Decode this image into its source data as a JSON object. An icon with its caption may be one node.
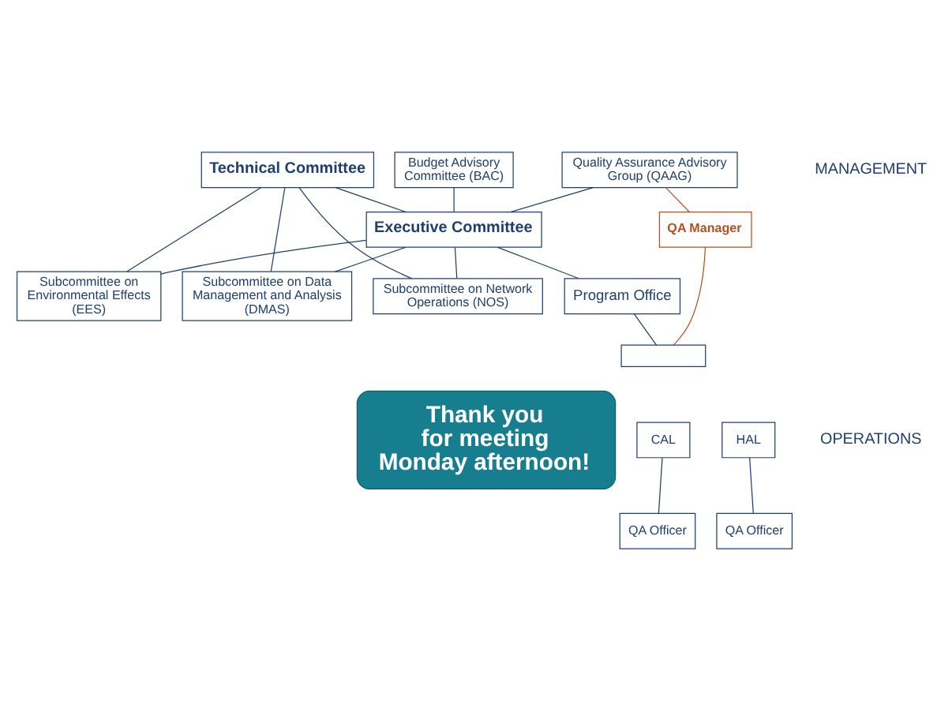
{
  "diagram": {
    "nodes": [
      {
        "text": [
          "Technical Committee"
        ]
      },
      {
        "text": [
          "Subcommittee on Network Operations (NOS)"
        ]
      },
      {
        "text": [
          "Subcommittee on Data Management and Analysis (DMAS)"
        ]
      },
      {
        "text": [
          "Budget Advisory Committee (BAC)"
        ]
      },
      {
        "text": [
          "Executive Committee"
        ]
      },
      {
        "text": [
          "Quality Assurance Advisory Group (QAAG)"
        ]
      },
      {
        "text": [
          "Subcommittee on Environmental Effects (EES)"
        ]
      },
      {
        "text": [
          "Program Office"
        ]
      },
      {
        "text": [
          "QA Manager"
        ]
      },
      {
        "text": [],
        "shape": "box"
      },
      {
        "text": [
          "Thank you for meeting Monday afternoon!"
        ]
      },
      {
        "text": [
          "CAL"
        ]
      },
      {
        "text": [
          "HAL"
        ]
      },
      {
        "text": [
          "QA Officer"
        ]
      },
      {
        "text": [
          "QA Officer"
        ]
      }
    ],
    "edges": [
      {
        "from": 0,
        "to": 4,
        "arrow": "none"
      },
      {
        "from": 0,
        "to": 1,
        "arrow": "none"
      },
      {
        "from": 0,
        "to": 2,
        "arrow": "none"
      },
      {
        "from": 0,
        "to": 6,
        "arrow": "none"
      },
      {
        "from": 4,
        "to": 1,
        "arrow": "none"
      },
      {
        "from": 4,
        "to": 2,
        "arrow": "none"
      },
      {
        "from": 4,
        "to": 6,
        "arrow": "none"
      },
      {
        "from": 3,
        "to": 4,
        "arrow": "none"
      },
      {
        "from": 5,
        "to": 4,
        "arrow": "none"
      },
      {
        "from": 4,
        "to": 7,
        "arrow": "none"
      },
      {
        "from": 7,
        "to": 9,
        "arrow": "none"
      },
      {
        "from": 5,
        "to": 8,
        "arrow": "none",
        "color": "#b5501e"
      },
      {
        "from": 8,
        "to": 9,
        "arrow": "none",
        "color": "#b5501e"
      },
      {
        "from": 11,
        "to": 13,
        "arrow": "none"
      },
      {
        "from": 12,
        "to": 14,
        "arrow": "none"
      }
    ],
    "labels": [
      "MANAGEMENT",
      "OPERATIONS"
    ]
  }
}
